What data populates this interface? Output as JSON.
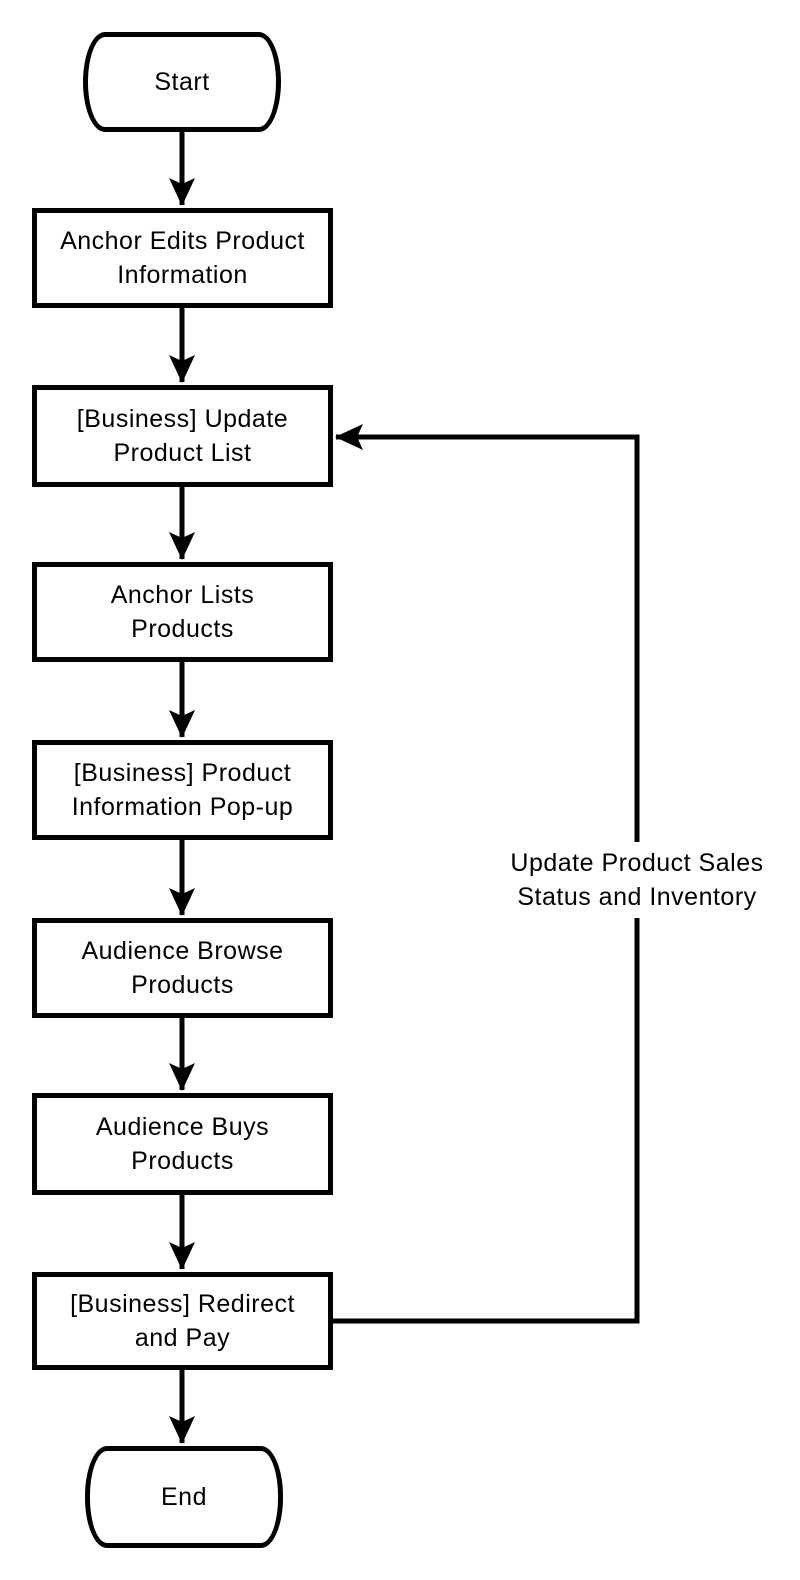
{
  "diagram": {
    "type": "flowchart",
    "background_color": "#ffffff",
    "stroke_color": "#000000",
    "text_color": "#000000",
    "nodes": [
      {
        "id": "start",
        "shape": "terminator",
        "label": "Start"
      },
      {
        "id": "edit-product-info",
        "shape": "process",
        "label": "Anchor Edits Product\nInformation"
      },
      {
        "id": "update-product-list",
        "shape": "process",
        "label": "[Business] Update\nProduct List"
      },
      {
        "id": "list-products",
        "shape": "process",
        "label": "Anchor Lists\nProducts"
      },
      {
        "id": "product-info-popup",
        "shape": "process",
        "label": "[Business] Product\nInformation Pop-up"
      },
      {
        "id": "browse-products",
        "shape": "process",
        "label": "Audience Browse\nProducts"
      },
      {
        "id": "buy-products",
        "shape": "process",
        "label": "Audience Buys\nProducts"
      },
      {
        "id": "redirect-and-pay",
        "shape": "process",
        "label": "[Business] Redirect\nand Pay"
      },
      {
        "id": "end",
        "shape": "terminator",
        "label": "End"
      }
    ],
    "edges": [
      {
        "from": "start",
        "to": "edit-product-info",
        "label": ""
      },
      {
        "from": "edit-product-info",
        "to": "update-product-list",
        "label": ""
      },
      {
        "from": "update-product-list",
        "to": "list-products",
        "label": ""
      },
      {
        "from": "list-products",
        "to": "product-info-popup",
        "label": ""
      },
      {
        "from": "product-info-popup",
        "to": "browse-products",
        "label": ""
      },
      {
        "from": "browse-products",
        "to": "buy-products",
        "label": ""
      },
      {
        "from": "buy-products",
        "to": "redirect-and-pay",
        "label": ""
      },
      {
        "from": "redirect-and-pay",
        "to": "end",
        "label": ""
      },
      {
        "from": "redirect-and-pay",
        "to": "update-product-list",
        "label": "Update Product Sales\nStatus and Inventory"
      }
    ]
  }
}
